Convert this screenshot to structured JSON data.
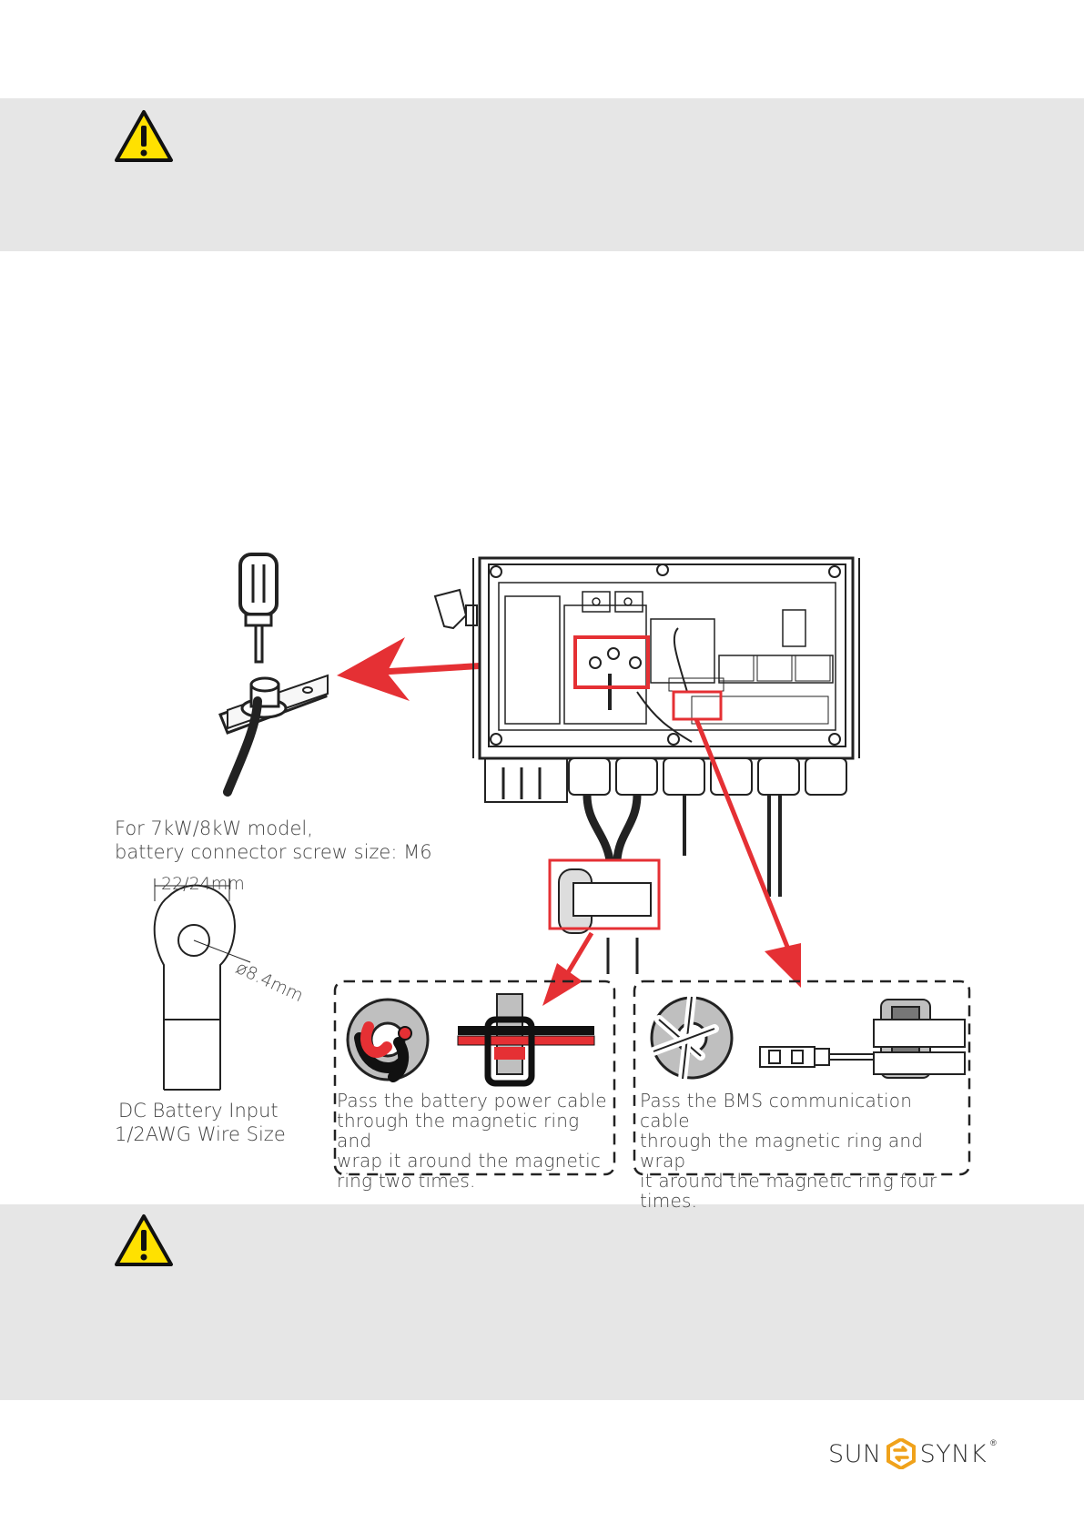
{
  "warnings": [
    {
      "icon": "warning-triangle-icon"
    },
    {
      "icon": "warning-triangle-icon"
    }
  ],
  "screw_note": {
    "line1": "For 7kW/8kW model,",
    "line2": "battery connector screw size: M6"
  },
  "lug": {
    "width_label": "22/24mm",
    "hole_label": "ø8.4mm"
  },
  "dc_input": {
    "line1": "DC Battery Input",
    "line2": "1/2AWG Wire Size"
  },
  "cards": [
    {
      "lines": [
        "Pass the battery power cable",
        "through the magnetic ring and",
        "wrap it around the magnetic",
        "ring two times."
      ]
    },
    {
      "lines": [
        "Pass the BMS communication cable",
        "through the magnetic ring and wrap",
        "it around the magnetic ring four",
        "times."
      ]
    }
  ],
  "logo": {
    "left": "SUN",
    "right": "SYNK",
    "reg": "®",
    "accent": "#f0a21b"
  },
  "colors": {
    "highlight": "#e53034",
    "band": "#e6e6e6",
    "warning_yellow": "#ffe100"
  }
}
